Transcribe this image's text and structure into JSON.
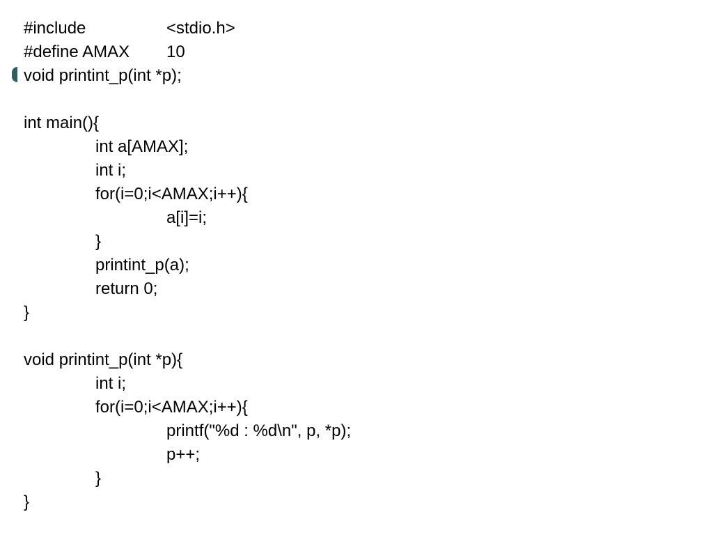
{
  "code": {
    "include_directive": "#include",
    "include_header": "<stdio.h>",
    "define_directive": "#define AMAX",
    "define_value": "10",
    "prototype": "void printint_p(int *p);",
    "main_signature": "int main(){",
    "main_decl_array": "int a[AMAX];",
    "main_decl_i": "int i;",
    "main_for": "for(i=0;i<AMAX;i++){",
    "main_assign": "a[i]=i;",
    "main_for_close": "}",
    "main_call": "printint_p(a);",
    "main_return": "return 0;",
    "main_close": "}",
    "func_signature": "void printint_p(int *p){",
    "func_decl_i": "int i;",
    "func_for": "for(i=0;i<AMAX;i++){",
    "func_printf": "printf(\"%d : %d\\n\", p, *p);",
    "func_increment": "p++;",
    "func_for_close": "}",
    "func_close": "}"
  },
  "colors": {
    "background": "#ffffff",
    "text": "#000000",
    "bullet_accent": "#2f5f5f"
  }
}
